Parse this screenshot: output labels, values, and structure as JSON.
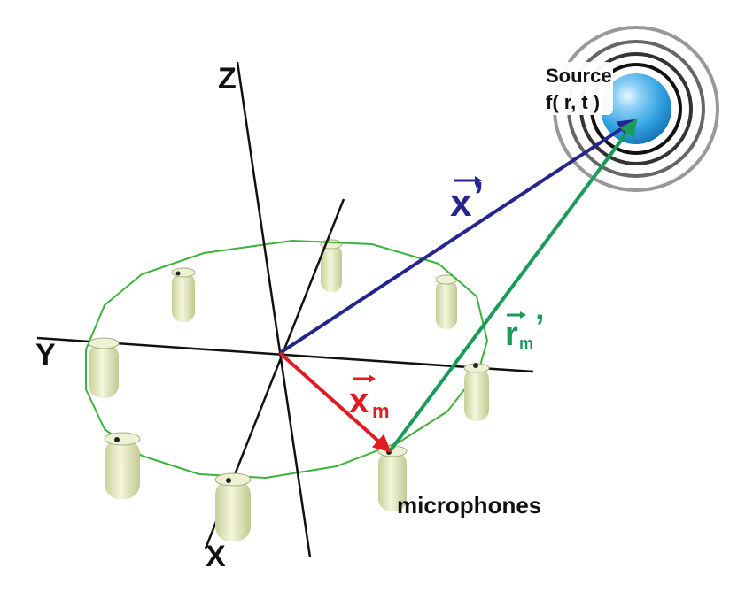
{
  "axes": {
    "z_label": "Z",
    "y_label": "Y",
    "x_label": "X"
  },
  "source": {
    "title": "Source",
    "function": "f( r, t )"
  },
  "vectors": {
    "x_prime": {
      "symbol": "x",
      "prime": "’",
      "color": "#25258f"
    },
    "r_m_prime": {
      "symbol": "r",
      "subscript": "m",
      "prime": "’",
      "color": "#1a9b5b"
    },
    "x_m": {
      "symbol": "x",
      "subscript": "m",
      "color": "#e21b23"
    }
  },
  "microphones_label": "microphones",
  "colors": {
    "array_ring": "#3cb33c",
    "mic_body": "#e8edc9",
    "source_sphere": "#4aaee8"
  }
}
